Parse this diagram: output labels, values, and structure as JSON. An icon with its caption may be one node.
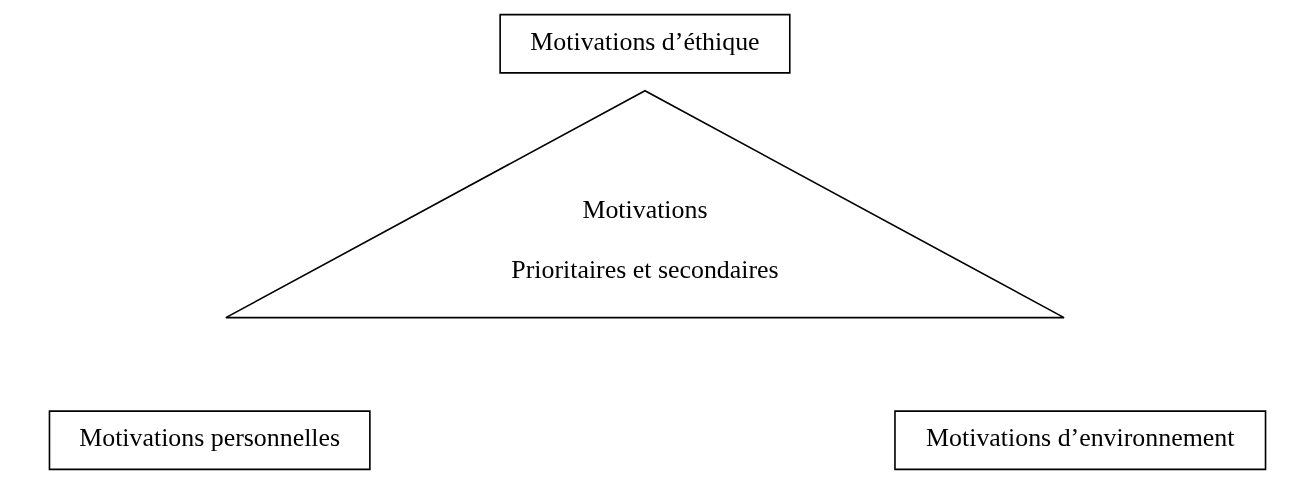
{
  "diagram": {
    "nodes": [
      {
        "text": [
          "Motivations d’éthique"
        ]
      },
      {
        "text": [
          "Motivations",
          "Prioritaires et secondaires"
        ]
      },
      {
        "text": [
          "Motivations personnelles"
        ]
      },
      {
        "text": [
          "Motivations d’environnement"
        ]
      }
    ],
    "edges": []
  }
}
